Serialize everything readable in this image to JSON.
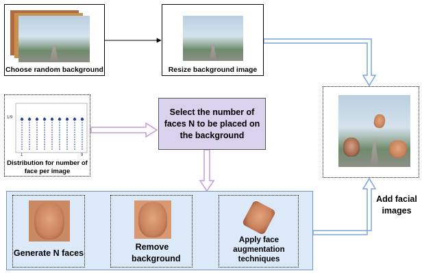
{
  "steps": {
    "choose_bg": "Choose random background",
    "resize_bg": "Resize background image",
    "distribution": "Distribution for number of face per image",
    "select_n": "Select the number of faces N to be placed on the background",
    "generate": "Generate N faces",
    "remove": "Remove background",
    "augment": "Apply face augmentation techniques",
    "add_faces": "Add facial images"
  },
  "distribution_axis": {
    "y_tick": "1/9",
    "x_start": "1",
    "x_end": "9"
  },
  "colors": {
    "arrow_blue": "#9ab8e0",
    "arrow_pink": "#c7a3d6",
    "select_fill": "#d9d2ec",
    "bottom_panel": "#dce9f8"
  }
}
